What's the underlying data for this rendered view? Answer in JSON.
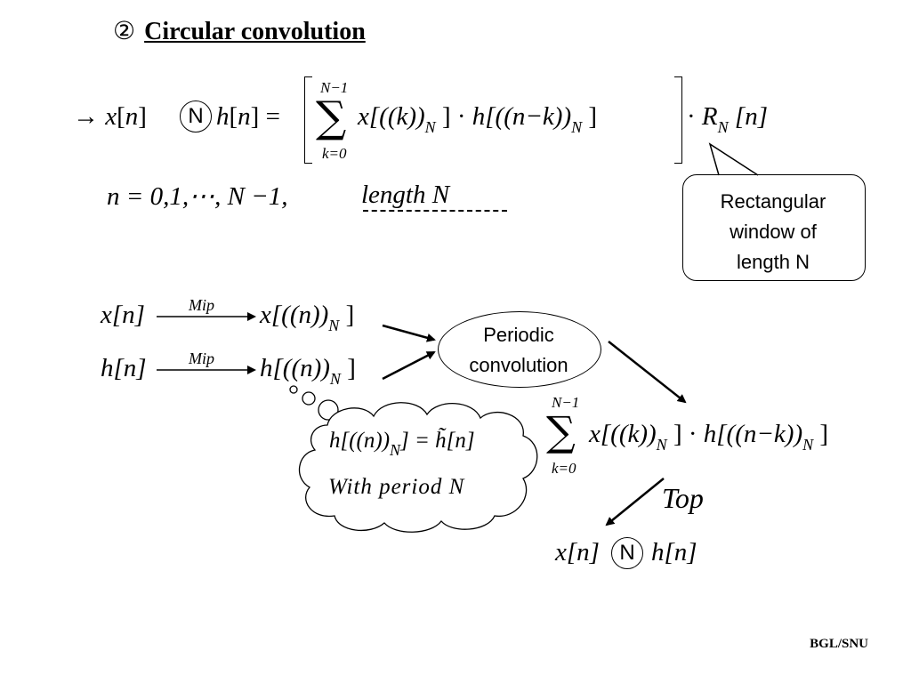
{
  "slide": {
    "title_number": "②",
    "title": "Circular convolution",
    "footer": "BGL/SNU"
  },
  "main_equation": {
    "arrow": "→",
    "lhs_x": "x",
    "lhs_h": "h",
    "n": "n",
    "N_symbol": "N",
    "sum_upper": "N−1",
    "sum_lower": "k=0",
    "x_term": "x[((k))",
    "h_term": "h[((n−k))",
    "sub_N": "N",
    "window": "R",
    "window_arg": "[n]"
  },
  "range": {
    "text": "n = 0,1,⋯, N −1,",
    "length_label": "length N"
  },
  "callout": {
    "line1": "Rectangular",
    "line2": "window of",
    "line3": "length N"
  },
  "mapping": {
    "x_src": "x[n]",
    "h_src": "h[n]",
    "mip_label": "Mip",
    "x_dst": "x[((n))",
    "h_dst": "h[((n))",
    "sub_N": "N"
  },
  "periodic": {
    "line1": "Periodic",
    "line2": "convolution"
  },
  "thought": {
    "lhs": "h[((n))",
    "sub_N": "N",
    "rhs": "] = h̃[n]",
    "note": "With period N"
  },
  "sum_result": {
    "upper": "N−1",
    "lower": "k=0",
    "x_term": "x[((k))",
    "h_term": "h[((n−k))",
    "sub_N": "N"
  },
  "top_label": "Top",
  "result": {
    "x": "x[n]",
    "h": "h[n]",
    "N_symbol": "N"
  }
}
